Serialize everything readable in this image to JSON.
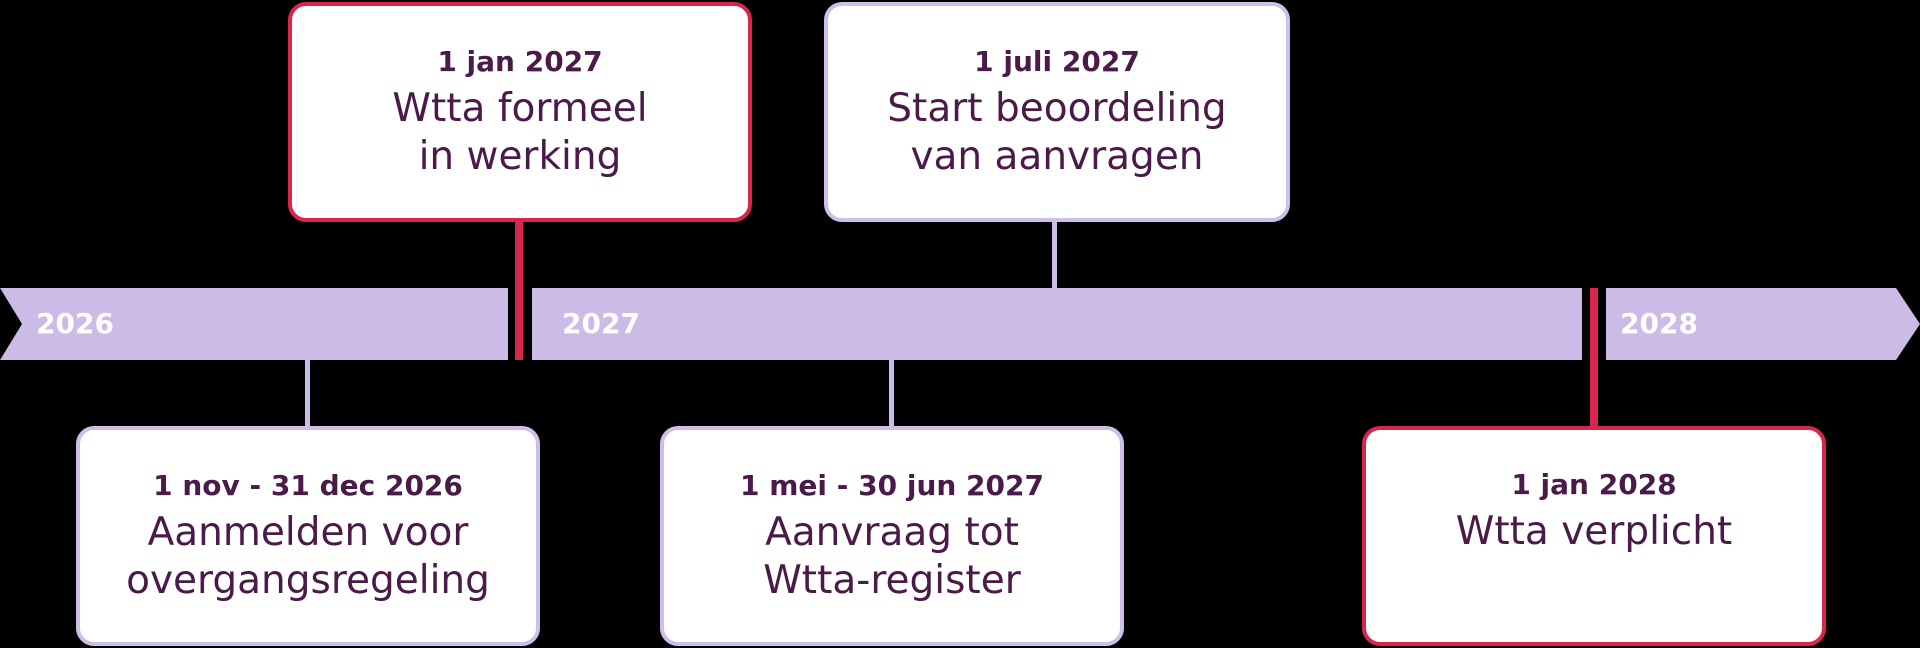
{
  "colors": {
    "background": "#000000",
    "band": "#cbbbe6",
    "accent": "#d9264f",
    "connector": "#cbbbe6",
    "text": "#4a1a48",
    "year_text": "#ffffff"
  },
  "years": [
    "2026",
    "2027",
    "2028"
  ],
  "milestones": [
    {
      "date": "1 jan 2027",
      "title_lines": [
        "Wtta formeel",
        "in werking"
      ],
      "highlight": true
    },
    {
      "date": "1 juli 2027",
      "title_lines": [
        "Start beoordeling",
        "van aanvragen"
      ],
      "highlight": false
    },
    {
      "date": "1 nov - 31 dec 2026",
      "title_lines": [
        "Aanmelden voor",
        "overgangsregeling"
      ],
      "highlight": false
    },
    {
      "date": "1 mei - 30 jun 2027",
      "title_lines": [
        "Aanvraag tot",
        "Wtta-register"
      ],
      "highlight": false
    },
    {
      "date": "1 jan 2028",
      "title_lines": [
        "Wtta verplicht"
      ],
      "highlight": true
    }
  ]
}
